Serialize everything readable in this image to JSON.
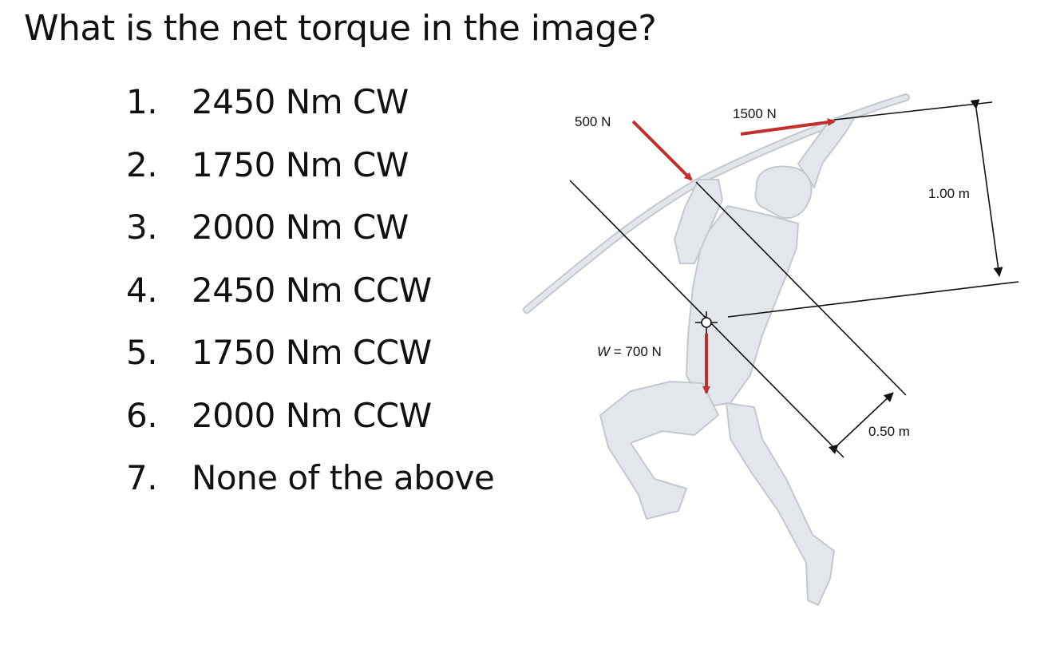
{
  "question": "What is the net torque in the image?",
  "options": [
    {
      "number": "1.",
      "text": "2450 Nm CW"
    },
    {
      "number": "2.",
      "text": "1750 Nm CW"
    },
    {
      "number": "3.",
      "text": "2000 Nm CW"
    },
    {
      "number": "4.",
      "text": "2450 Nm CCW"
    },
    {
      "number": "5.",
      "text": "1750 Nm CCW"
    },
    {
      "number": "6.",
      "text": "2000 Nm CCW"
    },
    {
      "number": "7.",
      "text": "None of the above"
    }
  ],
  "figure": {
    "force_500": "500 N",
    "force_1500": "1500 N",
    "weight_italic": "W",
    "weight_rest": " = 700 N",
    "distance_1": "1.00 m",
    "distance_2": "0.50 m",
    "colors": {
      "force_arrow": "#c0302c",
      "body_fill": "#e3e6ea",
      "body_stroke": "#c4c9cf",
      "line": "#111111"
    }
  }
}
